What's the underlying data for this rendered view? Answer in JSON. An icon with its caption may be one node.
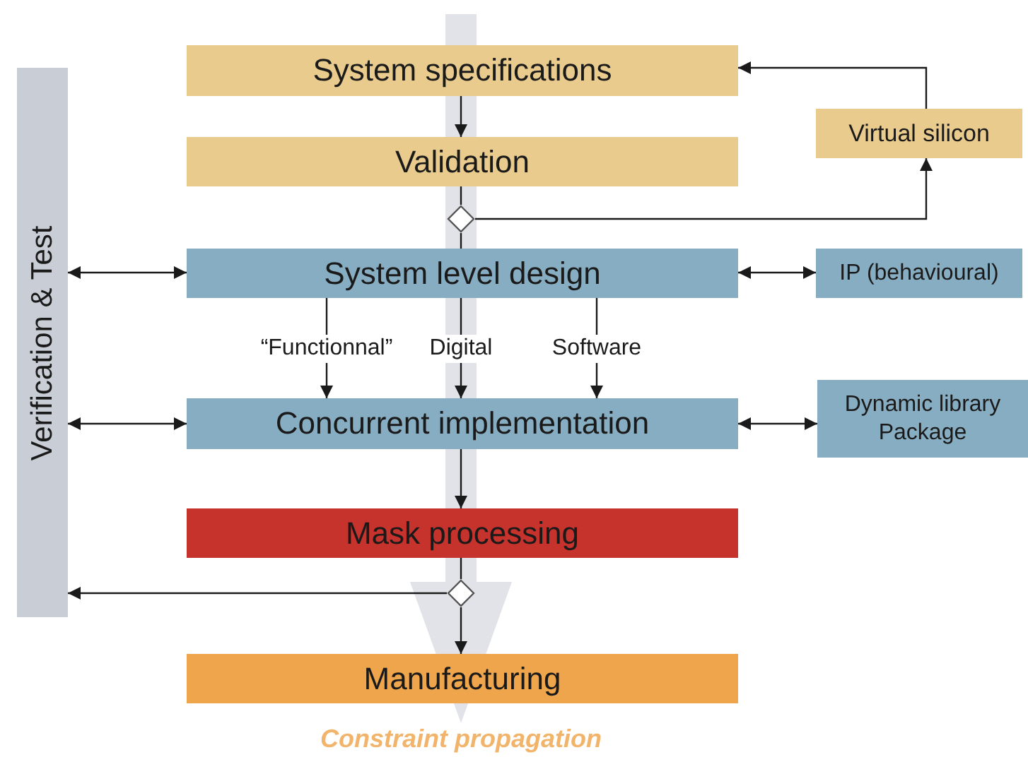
{
  "diagram": {
    "nodes": [
      {
        "text": [
          "System specifications"
        ]
      },
      {
        "text": [
          "Virtual silicon"
        ]
      },
      {
        "text": [
          "Validation"
        ]
      },
      {
        "text": [],
        "shape": "diamond"
      },
      {
        "text": [
          "Verification & Test"
        ]
      },
      {
        "text": [
          "System level design"
        ]
      },
      {
        "text": [
          "IP (behavioural)"
        ]
      },
      {
        "text": [
          "Concurrent implementation"
        ]
      },
      {
        "text": [
          "Dynamic library Package"
        ]
      },
      {
        "text": [
          "Mask processing"
        ]
      },
      {
        "text": [],
        "shape": "diamond"
      },
      {
        "text": [
          "Manufacturing"
        ]
      },
      {
        "text": [
          "Constraint propagation"
        ]
      }
    ],
    "edges": [
      {
        "from": 0,
        "to": 2,
        "arrow": "to"
      },
      {
        "from": 2,
        "to": 3,
        "arrow": "none"
      },
      {
        "from": 3,
        "to": 1,
        "arrow": "to"
      },
      {
        "from": 1,
        "to": 0,
        "arrow": "to"
      },
      {
        "from": 3,
        "to": 5,
        "arrow": "none"
      },
      {
        "from": 4,
        "to": 5,
        "arrow": "both"
      },
      {
        "from": 5,
        "to": 6,
        "arrow": "both"
      },
      {
        "from": 5,
        "to": 7,
        "arrow": "to",
        "label": "“Functionnal”"
      },
      {
        "from": 5,
        "to": 7,
        "arrow": "to",
        "label": "Digital"
      },
      {
        "from": 5,
        "to": 7,
        "arrow": "to",
        "label": "Software"
      },
      {
        "from": 4,
        "to": 7,
        "arrow": "both"
      },
      {
        "from": 7,
        "to": 8,
        "arrow": "both"
      },
      {
        "from": 7,
        "to": 9,
        "arrow": "to"
      },
      {
        "from": 9,
        "to": 10,
        "arrow": "none"
      },
      {
        "from": 10,
        "to": 4,
        "arrow": "to"
      },
      {
        "from": 10,
        "to": 11,
        "arrow": "to"
      },
      {
        "from": null,
        "to": 12,
        "arrow": "to",
        "style": "thick",
        "color": "#e1e3e8"
      }
    ]
  }
}
